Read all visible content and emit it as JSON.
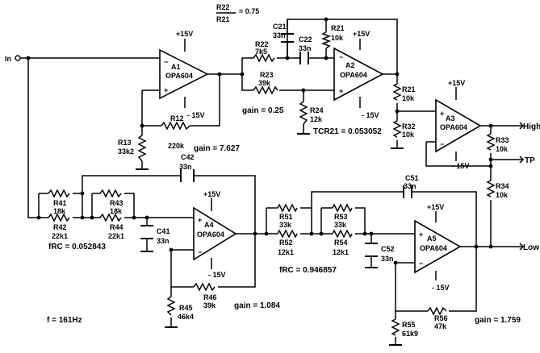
{
  "io": {
    "input": "In",
    "high": "High",
    "tp": "TP",
    "low": "Low"
  },
  "ratio": {
    "num": "R22",
    "den": "R21",
    "value": "= 0.75"
  },
  "amps": {
    "a1": {
      "name": "A1",
      "part": "OPA604",
      "vpos": "+15V",
      "vneg": "- 15V"
    },
    "a2": {
      "name": "A2",
      "part": "OPA604",
      "vpos": "+15V",
      "vneg": "- 15V"
    },
    "a3": {
      "name": "A3",
      "part": "OPA604",
      "vpos": "+15V",
      "vneg": "- 15V"
    },
    "a4": {
      "name": "A4",
      "part": "OPA604",
      "vpos": "+15V",
      "vneg": "- 15V"
    },
    "a5": {
      "name": "A5",
      "part": "OPA604",
      "vpos": "+15V",
      "vneg": "- 15V"
    }
  },
  "parts": {
    "r13": {
      "ref": "R13",
      "val": "33k2"
    },
    "r12": {
      "ref": "R12",
      "val": "220k"
    },
    "r22": {
      "ref": "R22",
      "val": "7k5"
    },
    "r23": {
      "ref": "R23",
      "val": "39k"
    },
    "r24": {
      "ref": "R24",
      "val": "12k"
    },
    "r21a": {
      "ref": "R21",
      "val": "10k"
    },
    "r21b": {
      "ref": "R21",
      "val": "10k"
    },
    "r32": {
      "ref": "R32",
      "val": "10k"
    },
    "r33": {
      "ref": "R33",
      "val": "10k"
    },
    "r34": {
      "ref": "R34",
      "val": "10k"
    },
    "c21": {
      "ref": "C21",
      "val": "33n"
    },
    "c22": {
      "ref": "C22",
      "val": "33n"
    },
    "c42": {
      "ref": "C42",
      "val": "33n"
    },
    "c41": {
      "ref": "C41",
      "val": "33n"
    },
    "r41": {
      "ref": "R41",
      "val": "18k"
    },
    "r42": {
      "ref": "R42",
      "val": "22k1"
    },
    "r43": {
      "ref": "R43",
      "val": "18k"
    },
    "r44": {
      "ref": "R44",
      "val": "22k1"
    },
    "r45": {
      "ref": "R45",
      "val": "46k4"
    },
    "r46": {
      "ref": "R46",
      "val": "39k"
    },
    "c51": {
      "ref": "C51",
      "val": "33n"
    },
    "c52": {
      "ref": "C52",
      "val": "33n"
    },
    "r51": {
      "ref": "R51",
      "val": "33k"
    },
    "r52": {
      "ref": "R52",
      "val": "12k1"
    },
    "r53": {
      "ref": "R53",
      "val": "33k"
    },
    "r54": {
      "ref": "R54",
      "val": "12k1"
    },
    "r55": {
      "ref": "R55",
      "val": "61k9"
    },
    "r56": {
      "ref": "R56",
      "val": "47k"
    }
  },
  "notes": {
    "gain_a2": "gain = 0.25",
    "tcr21": "TCR21 = 0.053052",
    "gain_a1": "gain = 7.627",
    "frc4": "fRC = 0.052843",
    "frc5": "fRC = 0.946857",
    "gain_a4": "gain = 1.084",
    "freq": "f = 161Hz",
    "gain_a5": "gain = 1.759"
  }
}
